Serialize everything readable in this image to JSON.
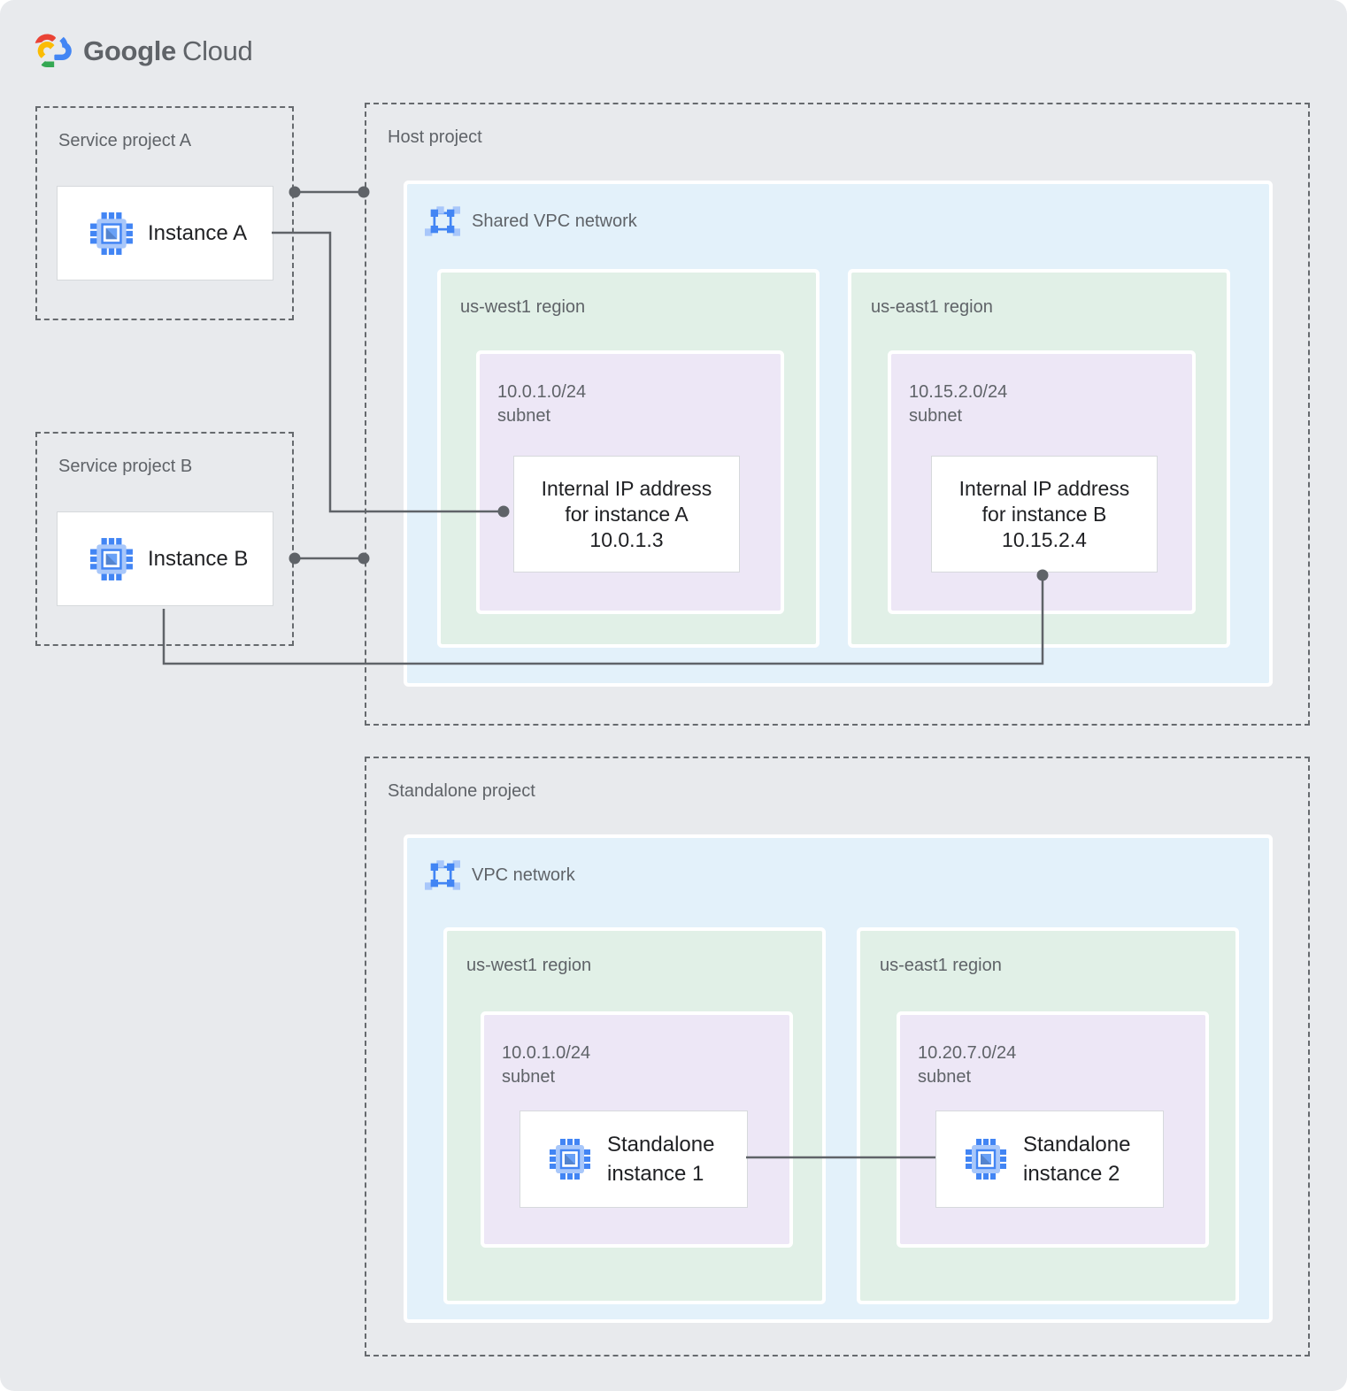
{
  "brand": {
    "name_primary": "Google",
    "name_secondary": "Cloud"
  },
  "colors": {
    "background": "#E8EAED",
    "network_blue": "#E3F1FA",
    "region_green": "#E1F0E7",
    "subnet_purple": "#EDE7F6",
    "connector_gray": "#5F6368",
    "label_gray": "#5F6368",
    "text_dark": "#202124",
    "icon_blue": "#4285F4",
    "icon_light_blue": "#A8C7FA",
    "logo_red": "#EA4335",
    "logo_blue": "#4285F4",
    "logo_green": "#34A853",
    "logo_yellow": "#FBBC04"
  },
  "icons": {
    "instance": "compute-engine-chip-icon",
    "network": "vpc-network-icon",
    "logo": "google-cloud-logo"
  },
  "service_project_a": {
    "label": "Service project A",
    "instance_label": "Instance A"
  },
  "service_project_b": {
    "label": "Service project B",
    "instance_label": "Instance B"
  },
  "host_project": {
    "label": "Host project",
    "network_label": "Shared VPC network",
    "regions": [
      {
        "label": "us-west1 region",
        "subnet_cidr": "10.0.1.0/24",
        "subnet_word": "subnet",
        "ip_line1": "Internal IP address",
        "ip_line2": "for instance A",
        "ip_line3": "10.0.1.3"
      },
      {
        "label": "us-east1 region",
        "subnet_cidr": "10.15.2.0/24",
        "subnet_word": "subnet",
        "ip_line1": "Internal IP address",
        "ip_line2": "for instance B",
        "ip_line3": "10.15.2.4"
      }
    ]
  },
  "standalone_project": {
    "label": "Standalone project",
    "network_label": "VPC network",
    "regions": [
      {
        "label": "us-west1 region",
        "subnet_cidr": "10.0.1.0/24",
        "subnet_word": "subnet",
        "instance_line1": "Standalone",
        "instance_line2": "instance 1"
      },
      {
        "label": "us-east1 region",
        "subnet_cidr": "10.20.7.0/24",
        "subnet_word": "subnet",
        "instance_line1": "Standalone",
        "instance_line2": "instance 2"
      }
    ]
  }
}
